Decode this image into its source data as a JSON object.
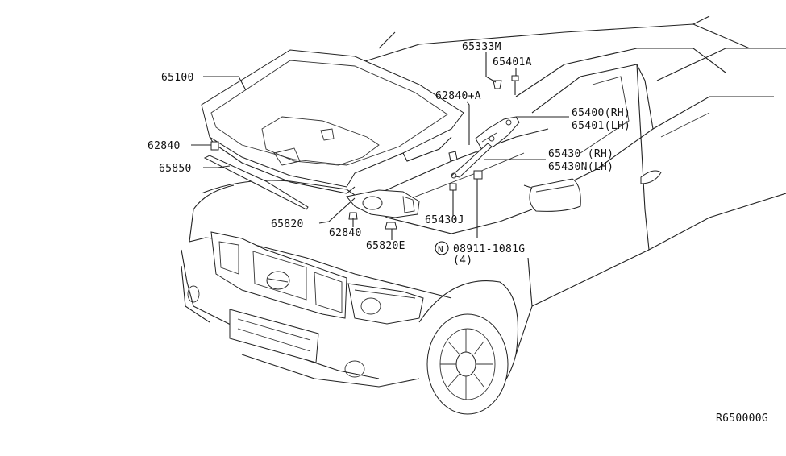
{
  "diagram": {
    "reference_code": "R650000G",
    "parts": {
      "hood": "65100",
      "hood_bumper_left": "62840",
      "hood_seal": "65850",
      "lock_assembly": "65820",
      "lock_bumper": "62840",
      "lock_clip": "65820E",
      "hinge_bumper": "62840+A",
      "hinge_seal": "65333M",
      "hinge_bolt": "65401A",
      "hinge_rh": "65400(RH)",
      "hinge_lh": "65401(LH)",
      "stay_rh": "65430 (RH)",
      "stay_lh": "65430N(LH)",
      "stay_clip": "65430J",
      "nut_badge": "N",
      "nut": "08911-1081G",
      "nut_qty": "(4)"
    }
  }
}
